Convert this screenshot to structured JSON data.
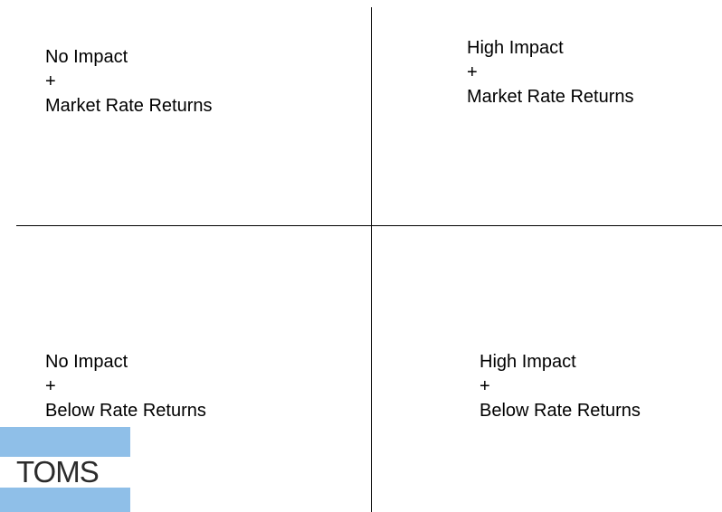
{
  "quadrants": {
    "top_left": {
      "impact": "No Impact",
      "plus": "+",
      "returns": "Market Rate Returns"
    },
    "top_right": {
      "impact": "High Impact",
      "plus": "+",
      "returns": "Market Rate Returns"
    },
    "bottom_left": {
      "impact": "No Impact",
      "plus": "+",
      "returns": "Below Rate Returns"
    },
    "bottom_right": {
      "impact": "High Impact",
      "plus": "+",
      "returns": "Below Rate Returns"
    }
  },
  "logo": {
    "text": "TOMS",
    "band_color": "#8fbfe8"
  },
  "colors": {
    "axis": "#000000",
    "text": "#000000"
  }
}
